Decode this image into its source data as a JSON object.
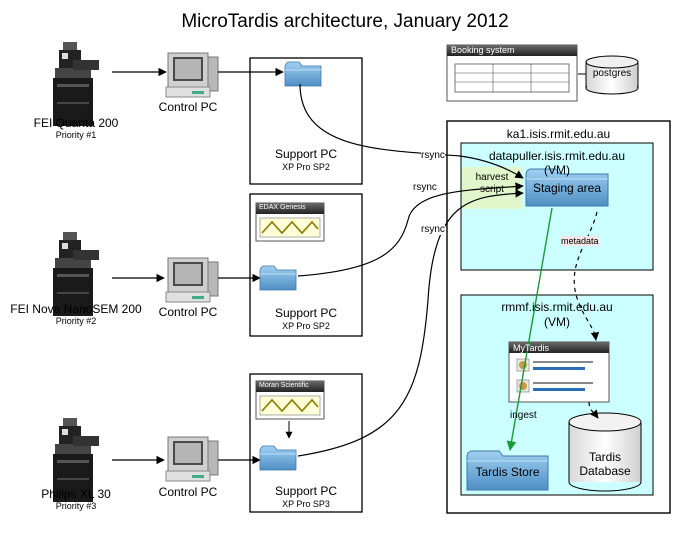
{
  "title": "MicroTardis architecture, January 2012",
  "instruments": [
    {
      "name": "FEI Quanta 200",
      "priority": "Priority #1"
    },
    {
      "name": "FEI Nova NanoSEM 200",
      "priority": "Priority #2"
    },
    {
      "name": "Philips XL 30",
      "priority": "Priority #3"
    }
  ],
  "control_pcs": [
    "Control PC",
    "Control PC",
    "Control PC"
  ],
  "support_pcs": [
    {
      "name": "Support PC",
      "os": "XP Pro SP2",
      "app": ""
    },
    {
      "name": "Support PC",
      "os": "XP Pro SP2",
      "app": "EDAX Genesis"
    },
    {
      "name": "Support PC",
      "os": "XP Pro SP3",
      "app": "Moran Scientific"
    }
  ],
  "booking": {
    "title": "Booking system",
    "db": "postgres"
  },
  "server": {
    "host": "ka1.isis.rmit.edu.au"
  },
  "datapuller": {
    "host": "datapuller.isis.rmit.edu.au",
    "vm": "(VM)",
    "harvest": "harvest\nscript",
    "staging": "Staging area"
  },
  "rmmf": {
    "host": "rmmf.isis.rmit.edu.au",
    "vm": "(VM)",
    "app": "MyTardis",
    "store": "Tardis Store",
    "database": "Tardis\nDatabase"
  },
  "edge_labels": {
    "rsync1": "rsync",
    "rsync2": "rsync",
    "rsync3": "rsync",
    "metadata": "metadata",
    "ingest": "ingest"
  },
  "colors": {
    "vm_fill": "#ccffff",
    "folder": "#6aa9d8",
    "ingest_line": "#1a9a3a",
    "harvest_fill": "#e3f6c8"
  }
}
